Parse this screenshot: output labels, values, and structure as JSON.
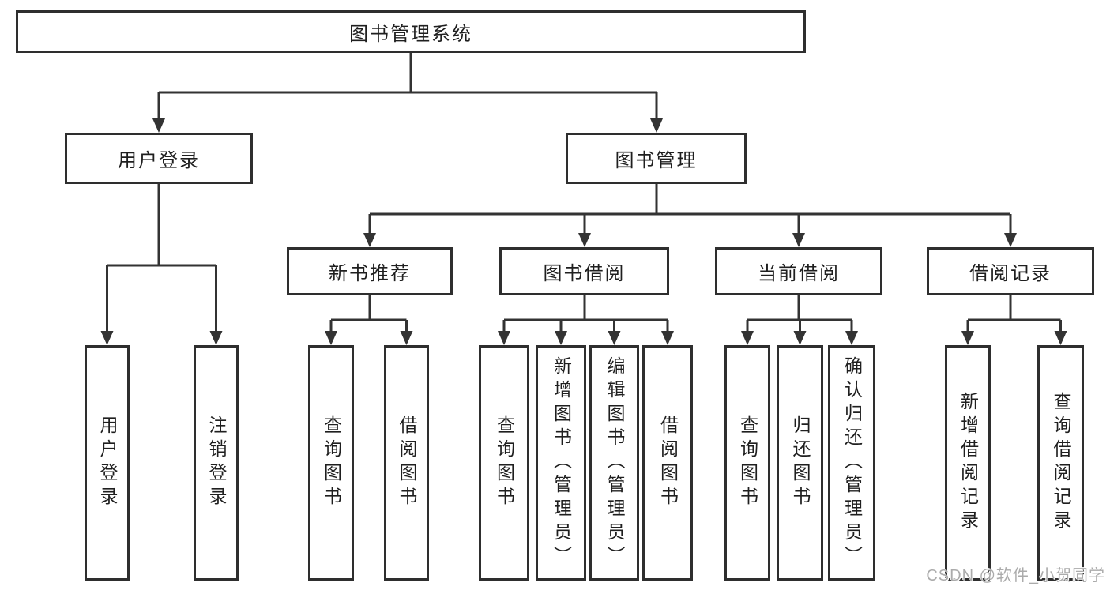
{
  "diagram_title": "图书管理系统",
  "tree": {
    "label": "图书管理系统",
    "children": [
      {
        "label": "用户登录",
        "children": [
          {
            "label": "用户登录"
          },
          {
            "label": "注销登录"
          }
        ]
      },
      {
        "label": "图书管理",
        "children": [
          {
            "label": "新书推荐",
            "children": [
              {
                "label": "查询图书"
              },
              {
                "label": "借阅图书"
              }
            ]
          },
          {
            "label": "图书借阅",
            "children": [
              {
                "label": "查询图书"
              },
              {
                "label": "新增图书（管理员）"
              },
              {
                "label": "编辑图书（管理员）"
              },
              {
                "label": "借阅图书"
              }
            ]
          },
          {
            "label": "当前借阅",
            "children": [
              {
                "label": "查询图书"
              },
              {
                "label": "归还图书"
              },
              {
                "label": "确认归还（管理员）"
              }
            ]
          },
          {
            "label": "借阅记录",
            "children": [
              {
                "label": "新增借阅记录"
              },
              {
                "label": "查询借阅记录"
              }
            ]
          }
        ]
      }
    ]
  },
  "watermark": {
    "text": "CSDN @软件_小贺同学"
  },
  "colors": {
    "line": "#333333",
    "box_border": "#2e2e2e",
    "text": "#1f1f1f",
    "watermark": "#ababab",
    "background": "#ffffff"
  }
}
